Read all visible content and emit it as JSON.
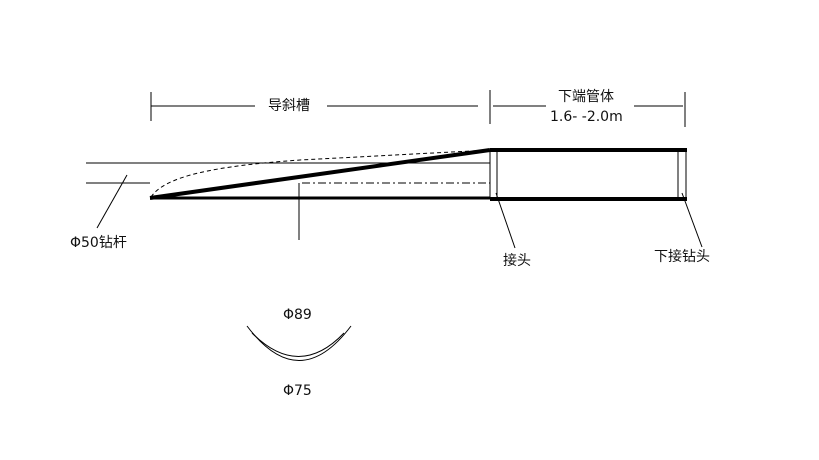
{
  "labels": {
    "groove": "导斜槽",
    "lower_pipe": "下端管体",
    "lower_pipe_length": "1.6-  -2.0m",
    "drill_rod": "Φ50钻杆",
    "joint": "接头",
    "lower_bit_joint": "下接钻头",
    "outer_diameter": "Φ89",
    "inner_diameter": "Φ75"
  },
  "colors": {
    "line": "#000000",
    "background": "#ffffff"
  }
}
